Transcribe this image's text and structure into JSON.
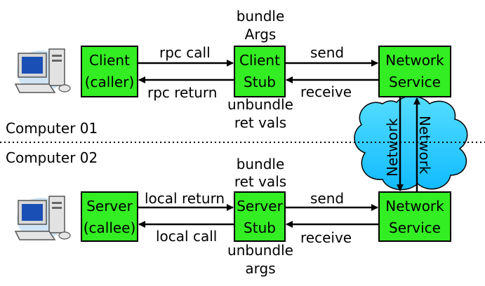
{
  "colors": {
    "box_fill": "#33ee22",
    "cloud_fill": "#22ccff",
    "stroke": "#000000"
  },
  "icons": [
    "computer-icon",
    "computer-icon"
  ],
  "computers": {
    "top_label": "Computer 01",
    "bottom_label": "Computer 02"
  },
  "boxes": {
    "client": [
      "Client",
      "(caller)"
    ],
    "client_stub": [
      "Client",
      "Stub"
    ],
    "network_service_top": [
      "Network",
      "Service"
    ],
    "server": [
      "Server",
      "(callee)"
    ],
    "server_stub": [
      "Server",
      "Stub"
    ],
    "network_service_bottom": [
      "Network",
      "Service"
    ]
  },
  "arrows": {
    "rpc_call": "rpc call",
    "rpc_return": "rpc return",
    "send_top": "send",
    "receive_top": "receive",
    "local_return": "local return",
    "local_call": "local call",
    "send_bottom": "send",
    "receive_bottom": "receive"
  },
  "annotations": {
    "bundle_args": [
      "bundle",
      "Args"
    ],
    "unbundle_ret_vals": [
      "unbundle",
      "ret vals"
    ],
    "bundle_ret_vals": [
      "bundle",
      "ret vals"
    ],
    "unbundle_args": [
      "unbundle",
      "args"
    ]
  },
  "network": {
    "left": "Network",
    "right": "Network"
  }
}
